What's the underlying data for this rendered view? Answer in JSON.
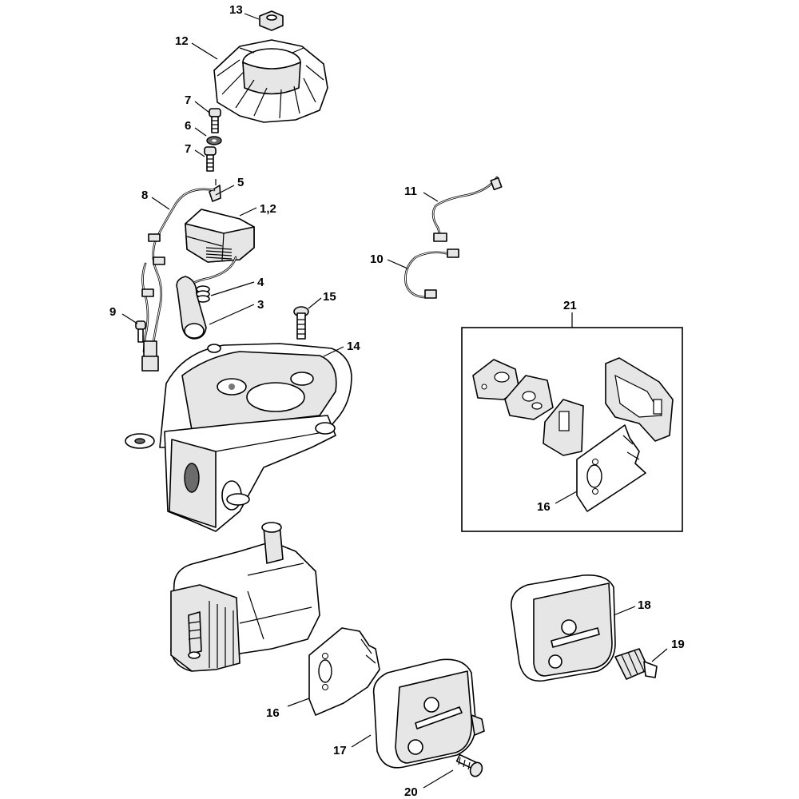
{
  "diagram": {
    "callouts": {
      "c13": "13",
      "c12": "12",
      "c7a": "7",
      "c6": "6",
      "c7b": "7",
      "c5": "5",
      "c8": "8",
      "c1_2": "1,2",
      "c11": "11",
      "c10": "10",
      "c4": "4",
      "c3": "3",
      "c9": "9",
      "c15": "15",
      "c14": "14",
      "c21": "21",
      "c16_kit": "16",
      "c18": "18",
      "c19": "19",
      "c16": "16",
      "c17": "17",
      "c20": "20"
    }
  }
}
